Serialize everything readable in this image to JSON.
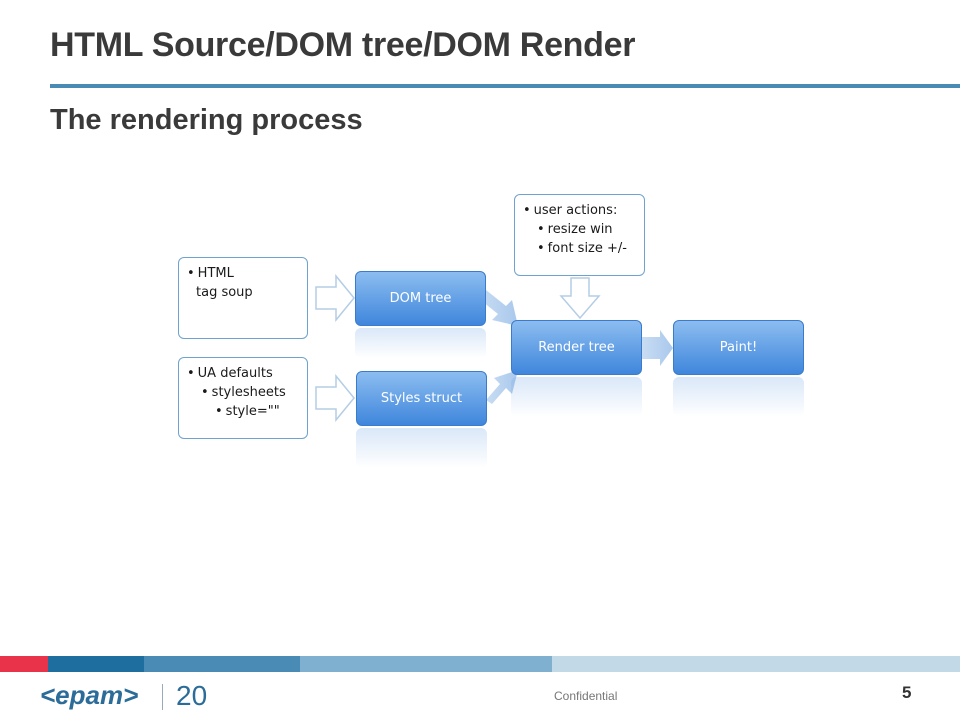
{
  "title": "HTML Source/DOM tree/DOM Render",
  "subtitle": "The rendering process",
  "diagram": {
    "notes": {
      "html": [
        "HTML",
        "tag soup"
      ],
      "ua": [
        "UA defaults",
        "stylesheets",
        "style=\"\""
      ],
      "user": [
        "user actions:",
        "resize win",
        "font size +/-"
      ]
    },
    "boxes": {
      "dom_tree": "DOM tree",
      "styles_struct": "Styles struct",
      "render_tree": "Render tree",
      "paint": "Paint!"
    }
  },
  "footer": {
    "logo": "<epam>",
    "logo_number": "20",
    "confidential": "Confidential",
    "page_number": "5",
    "stripe_colors": [
      "#e8334a",
      "#1e6f9f",
      "#4a8bb5",
      "#7fb0cf",
      "#c2d9e8"
    ]
  }
}
